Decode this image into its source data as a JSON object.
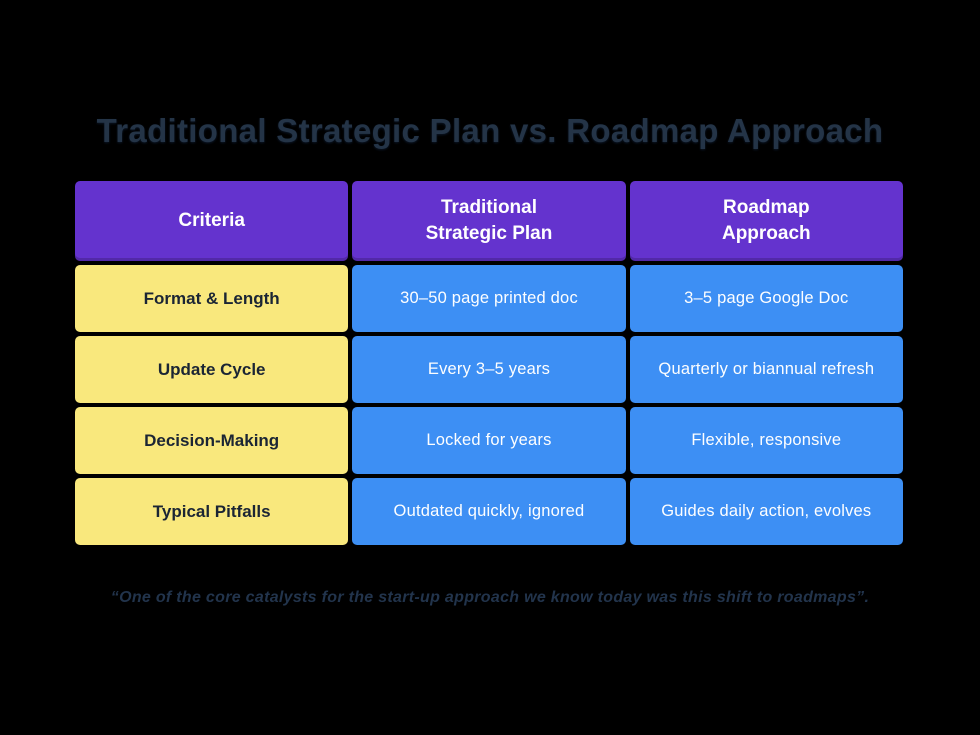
{
  "title": "Traditional Strategic Plan vs. Roadmap Approach",
  "table": {
    "columns": [
      {
        "label": "Criteria"
      },
      {
        "label": "Traditional\nStrategic Plan"
      },
      {
        "label": "Roadmap\nApproach"
      }
    ],
    "rows": [
      {
        "criteria": "Format & Length",
        "traditional": "30–50 page printed doc",
        "roadmap": "3–5 page Google Doc"
      },
      {
        "criteria": "Update Cycle",
        "traditional": "Every 3–5 years",
        "roadmap": "Quarterly or biannual refresh"
      },
      {
        "criteria": "Decision-Making",
        "traditional": "Locked for years",
        "roadmap": "Flexible, responsive"
      },
      {
        "criteria": "Typical Pitfalls",
        "traditional": "Outdated quickly, ignored",
        "roadmap": "Guides daily action, evolves"
      }
    ]
  },
  "quote": "“One of the core catalysts for the start-up approach we know today was this shift to roadmaps”.",
  "colors": {
    "background": "#000000",
    "title_text": "#243447",
    "header_purple": "#6433CE",
    "header_text": "#FFFFFF",
    "criteria_yellow": "#F9E87D",
    "criteria_text": "#1B2534",
    "value_blue": "#3D8FF4",
    "value_text": "#FDFEFF",
    "quote_text": "#22344C"
  }
}
